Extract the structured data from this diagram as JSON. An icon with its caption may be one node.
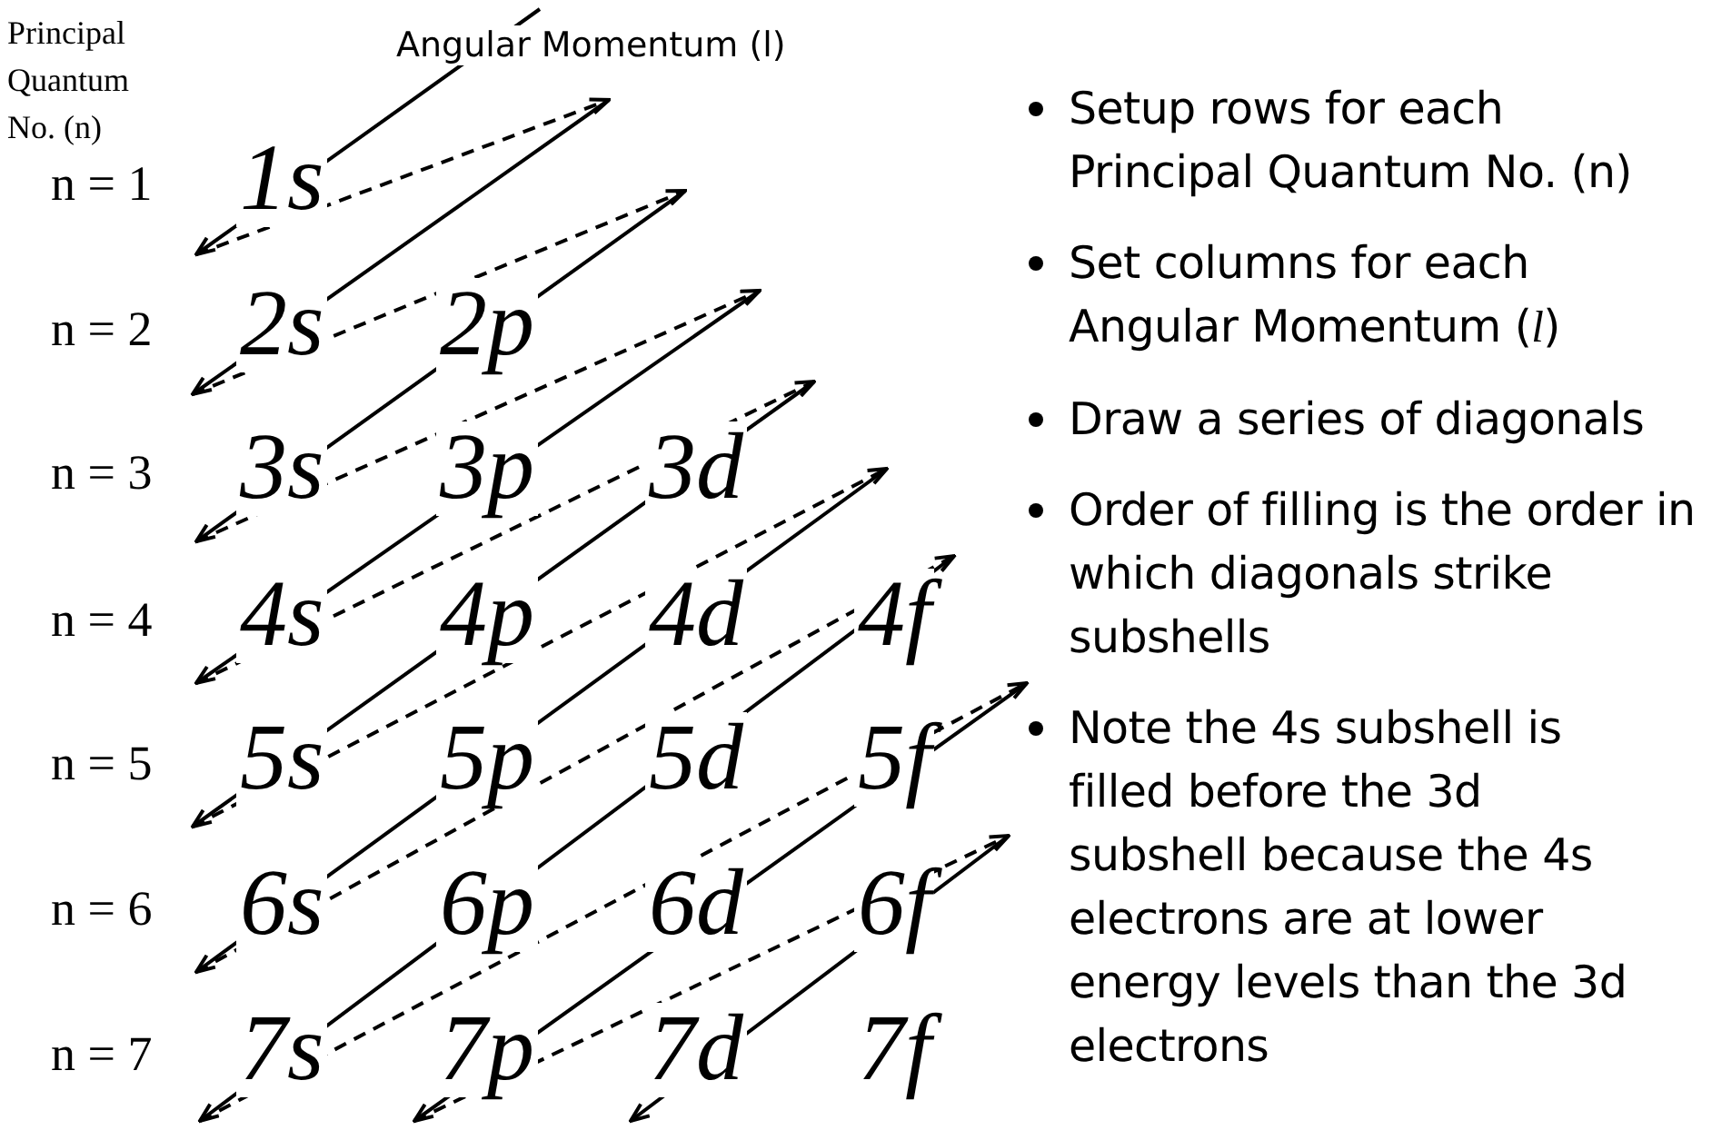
{
  "diagram": {
    "labels": [
      "Principal Quantum No. (n)",
      "Angular Momentum (l)",
      "n = 1",
      "n = 2",
      "n = 3",
      "n = 4",
      "n = 5",
      "n = 6",
      "n = 7",
      "1s",
      "2s",
      "2p",
      "3s",
      "3p",
      "3d",
      "4s",
      "4p",
      "4d",
      "4f",
      "5s",
      "5p",
      "5d",
      "5f",
      "6s",
      "6p",
      "6d",
      "6f",
      "7s",
      "7p",
      "7d",
      "7f",
      "Setup rows for each Principal Quantum No. (n)",
      "Set columns for each Angular Momentum (*l*)",
      "Draw a series of diagonals",
      "Order of filling is the order in which diagonals strike subshells",
      "Note the 4s subshell is filled before the 3d subshell because the 4s electrons are at lower energy levels than the 3d electrons"
    ]
  }
}
